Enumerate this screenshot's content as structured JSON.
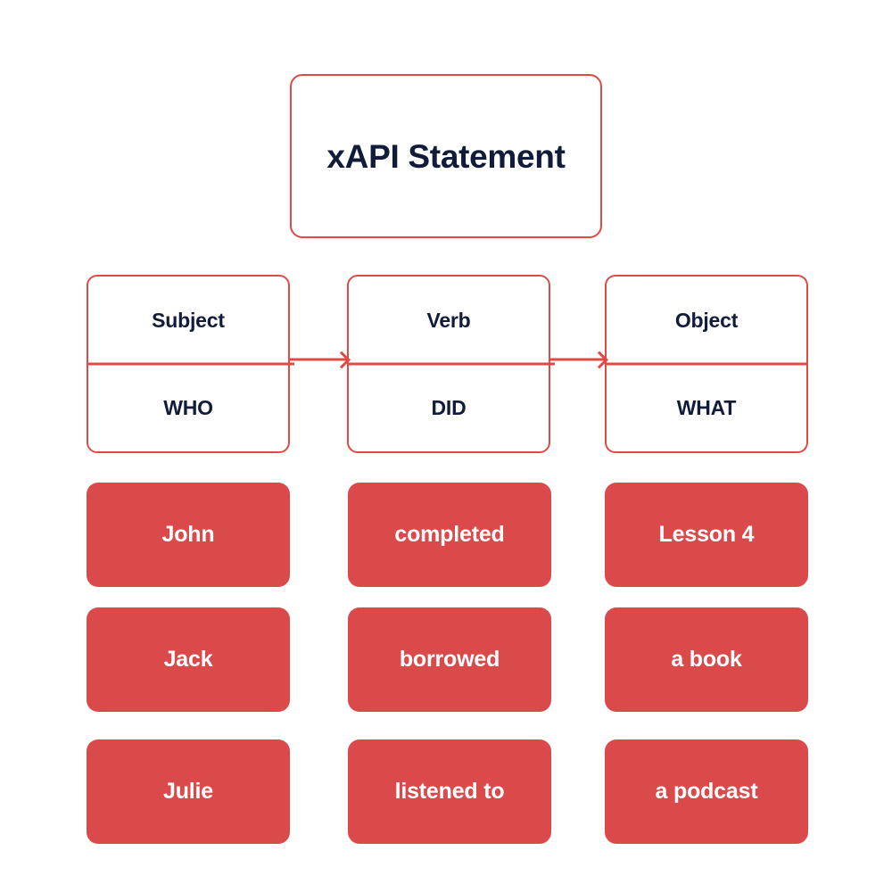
{
  "theme": {
    "background": "#ffffff",
    "outline_red": "#e04a45",
    "card_red": "#db4a4a",
    "text_navy": "#111c3a",
    "card_text": "#ffffff"
  },
  "title": {
    "label": "xAPI Statement"
  },
  "headers": [
    {
      "name": "Subject",
      "question": "WHO"
    },
    {
      "name": "Verb",
      "question": "DID"
    },
    {
      "name": "Object",
      "question": "WHAT"
    }
  ],
  "arrows": [
    {
      "from": "Subject",
      "to": "Verb"
    },
    {
      "from": "Verb",
      "to": "Object"
    }
  ],
  "examples": [
    {
      "subject": "John",
      "verb": "completed",
      "object": "Lesson 4"
    },
    {
      "subject": "Jack",
      "verb": "borrowed",
      "object": "a book"
    },
    {
      "subject": "Julie",
      "verb": "listened to",
      "object": "a podcast"
    }
  ]
}
